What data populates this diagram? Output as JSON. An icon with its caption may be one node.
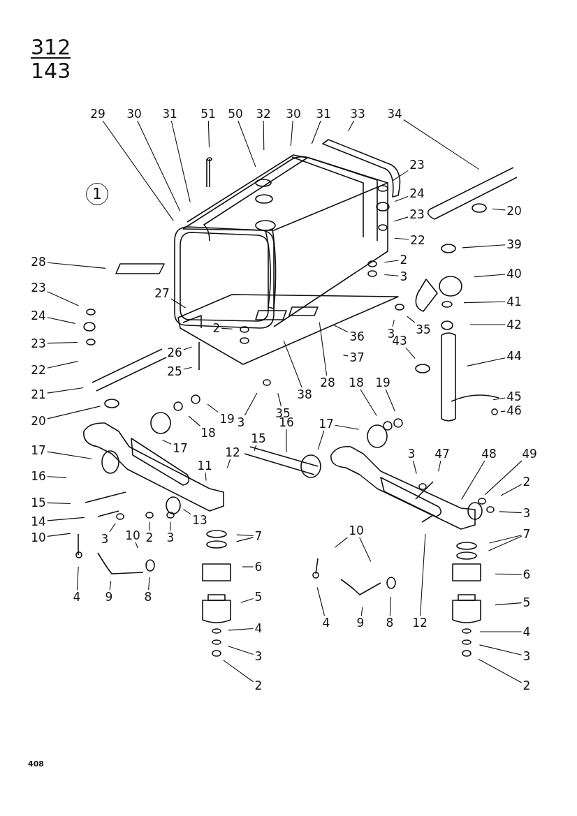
{
  "diagram": {
    "nodes": [
      {
        "text": [
          "29"
        ]
      },
      {
        "text": [
          "30"
        ]
      },
      {
        "text": [
          "31"
        ]
      },
      {
        "text": [
          "51"
        ]
      },
      {
        "text": [
          "50"
        ]
      },
      {
        "text": [
          "32"
        ]
      },
      {
        "text": [
          "30"
        ]
      },
      {
        "text": [
          "31"
        ]
      },
      {
        "text": [
          "33"
        ]
      },
      {
        "text": [
          "34"
        ]
      },
      {
        "text": [
          "23"
        ]
      },
      {
        "text": [
          "24"
        ]
      },
      {
        "text": [
          "20"
        ]
      },
      {
        "text": [
          "23"
        ]
      },
      {
        "text": [
          "22"
        ]
      },
      {
        "text": [
          "39"
        ]
      },
      {
        "text": [
          "2"
        ]
      },
      {
        "text": [
          "3"
        ]
      },
      {
        "text": [
          "40"
        ]
      },
      {
        "text": [
          "41"
        ]
      },
      {
        "text": [
          "35"
        ]
      },
      {
        "text": [
          "3"
        ]
      },
      {
        "text": [
          "42"
        ]
      },
      {
        "text": [
          "28"
        ]
      },
      {
        "text": [
          "23"
        ]
      },
      {
        "text": [
          "24"
        ]
      },
      {
        "text": [
          "23"
        ]
      },
      {
        "text": [
          "22"
        ]
      },
      {
        "text": [
          "27"
        ]
      },
      {
        "text": [
          "2"
        ]
      },
      {
        "text": [
          "26"
        ]
      },
      {
        "text": [
          "25"
        ]
      },
      {
        "text": [
          "21"
        ]
      },
      {
        "text": [
          "20"
        ]
      },
      {
        "text": [
          "36"
        ]
      },
      {
        "text": [
          "37"
        ]
      },
      {
        "text": [
          "38"
        ]
      },
      {
        "text": [
          "28"
        ]
      },
      {
        "text": [
          "43"
        ]
      },
      {
        "text": [
          "44"
        ]
      },
      {
        "text": [
          "45"
        ]
      },
      {
        "text": [
          "46"
        ]
      },
      {
        "text": [
          "3"
        ]
      },
      {
        "text": [
          "35"
        ]
      },
      {
        "text": [
          "15"
        ]
      },
      {
        "text": [
          "16"
        ]
      },
      {
        "text": [
          "18"
        ]
      },
      {
        "text": [
          "19"
        ]
      },
      {
        "text": [
          "17"
        ]
      },
      {
        "text": [
          "18"
        ]
      },
      {
        "text": [
          "19"
        ]
      },
      {
        "text": [
          "17"
        ]
      },
      {
        "text": [
          "17"
        ]
      },
      {
        "text": [
          "11"
        ]
      },
      {
        "text": [
          "12"
        ]
      },
      {
        "text": [
          "16"
        ]
      },
      {
        "text": [
          "15"
        ]
      },
      {
        "text": [
          "14"
        ]
      },
      {
        "text": [
          "10"
        ]
      },
      {
        "text": [
          "3"
        ]
      },
      {
        "text": [
          "10"
        ]
      },
      {
        "text": [
          "2"
        ]
      },
      {
        "text": [
          "3"
        ]
      },
      {
        "text": [
          "13"
        ]
      },
      {
        "text": [
          "7"
        ]
      },
      {
        "text": [
          "4"
        ]
      },
      {
        "text": [
          "9"
        ]
      },
      {
        "text": [
          "8"
        ]
      },
      {
        "text": [
          "6"
        ]
      },
      {
        "text": [
          "5"
        ]
      },
      {
        "text": [
          "4"
        ]
      },
      {
        "text": [
          "3"
        ]
      },
      {
        "text": [
          "2"
        ]
      },
      {
        "text": [
          "10"
        ]
      },
      {
        "text": [
          "4"
        ]
      },
      {
        "text": [
          "9"
        ]
      },
      {
        "text": [
          "8"
        ]
      },
      {
        "text": [
          "12"
        ]
      },
      {
        "text": [
          "3"
        ]
      },
      {
        "text": [
          "47"
        ]
      },
      {
        "text": [
          "48"
        ]
      },
      {
        "text": [
          "49"
        ]
      },
      {
        "text": [
          "2"
        ]
      },
      {
        "text": [
          "3"
        ]
      },
      {
        "text": [
          "7"
        ]
      },
      {
        "text": [
          "6"
        ]
      },
      {
        "text": [
          "5"
        ]
      },
      {
        "text": [
          "4"
        ]
      },
      {
        "text": [
          "3"
        ]
      },
      {
        "text": [
          "2"
        ]
      }
    ],
    "edges": [
      {
        "from": 0,
        "to": null,
        "arrow": "none"
      },
      {
        "from": 1,
        "to": null,
        "arrow": "none"
      },
      {
        "from": 2,
        "to": null,
        "arrow": "none"
      },
      {
        "from": 3,
        "to": null,
        "arrow": "none"
      },
      {
        "from": 4,
        "to": null,
        "arrow": "none"
      },
      {
        "from": 5,
        "to": null,
        "arrow": "none"
      },
      {
        "from": 6,
        "to": null,
        "arrow": "none"
      },
      {
        "from": 7,
        "to": null,
        "arrow": "none"
      },
      {
        "from": 8,
        "to": null,
        "arrow": "none"
      },
      {
        "from": 9,
        "to": null,
        "arrow": "none"
      },
      {
        "from": 10,
        "to": null,
        "arrow": "none"
      },
      {
        "from": 11,
        "to": null,
        "arrow": "none"
      },
      {
        "from": 12,
        "to": null,
        "arrow": "none"
      },
      {
        "from": 13,
        "to": null,
        "arrow": "none"
      },
      {
        "from": 14,
        "to": null,
        "arrow": "none"
      },
      {
        "from": 15,
        "to": null,
        "arrow": "none"
      },
      {
        "from": 16,
        "to": null,
        "arrow": "none"
      },
      {
        "from": 17,
        "to": null,
        "arrow": "none"
      },
      {
        "from": 18,
        "to": null,
        "arrow": "none"
      },
      {
        "from": 19,
        "to": null,
        "arrow": "none"
      },
      {
        "from": 20,
        "to": null,
        "arrow": "none"
      },
      {
        "from": 21,
        "to": null,
        "arrow": "none"
      },
      {
        "from": 22,
        "to": null,
        "arrow": "none"
      },
      {
        "from": 23,
        "to": null,
        "arrow": "none"
      },
      {
        "from": 24,
        "to": null,
        "arrow": "none"
      },
      {
        "from": 25,
        "to": null,
        "arrow": "none"
      },
      {
        "from": 26,
        "to": null,
        "arrow": "none"
      },
      {
        "from": 27,
        "to": null,
        "arrow": "none"
      },
      {
        "from": 28,
        "to": null,
        "arrow": "none"
      },
      {
        "from": 29,
        "to": null,
        "arrow": "none"
      },
      {
        "from": 30,
        "to": null,
        "arrow": "none"
      },
      {
        "from": 31,
        "to": null,
        "arrow": "none"
      },
      {
        "from": 32,
        "to": null,
        "arrow": "none"
      },
      {
        "from": 33,
        "to": null,
        "arrow": "none"
      },
      {
        "from": 34,
        "to": null,
        "arrow": "none"
      },
      {
        "from": 35,
        "to": null,
        "arrow": "none"
      },
      {
        "from": 36,
        "to": null,
        "arrow": "none"
      },
      {
        "from": 37,
        "to": null,
        "arrow": "none"
      },
      {
        "from": 38,
        "to": null,
        "arrow": "none"
      },
      {
        "from": 39,
        "to": null,
        "arrow": "none"
      },
      {
        "from": 40,
        "to": null,
        "arrow": "none"
      },
      {
        "from": 41,
        "to": null,
        "arrow": "none"
      },
      {
        "from": 42,
        "to": null,
        "arrow": "none"
      },
      {
        "from": 43,
        "to": null,
        "arrow": "none"
      },
      {
        "from": 44,
        "to": null,
        "arrow": "none"
      },
      {
        "from": 45,
        "to": null,
        "arrow": "none"
      },
      {
        "from": 46,
        "to": null,
        "arrow": "none"
      },
      {
        "from": 47,
        "to": null,
        "arrow": "none"
      },
      {
        "from": 48,
        "to": null,
        "arrow": "none"
      },
      {
        "from": 48,
        "to": null,
        "arrow": "none"
      },
      {
        "from": 49,
        "to": null,
        "arrow": "none"
      },
      {
        "from": 50,
        "to": null,
        "arrow": "none"
      },
      {
        "from": 51,
        "to": null,
        "arrow": "none"
      },
      {
        "from": 52,
        "to": null,
        "arrow": "none"
      },
      {
        "from": 53,
        "to": null,
        "arrow": "none"
      },
      {
        "from": 54,
        "to": null,
        "arrow": "none"
      },
      {
        "from": 55,
        "to": null,
        "arrow": "none"
      },
      {
        "from": 56,
        "to": null,
        "arrow": "none"
      },
      {
        "from": 57,
        "to": null,
        "arrow": "none"
      },
      {
        "from": 58,
        "to": null,
        "arrow": "none"
      },
      {
        "from": 59,
        "to": null,
        "arrow": "none"
      },
      {
        "from": 60,
        "to": null,
        "arrow": "none"
      },
      {
        "from": 61,
        "to": null,
        "arrow": "none"
      },
      {
        "from": 62,
        "to": null,
        "arrow": "none"
      },
      {
        "from": 63,
        "to": null,
        "arrow": "none"
      },
      {
        "from": 64,
        "to": null,
        "arrow": "none"
      },
      {
        "from": 64,
        "to": null,
        "arrow": "none"
      },
      {
        "from": 65,
        "to": null,
        "arrow": "none"
      },
      {
        "from": 66,
        "to": null,
        "arrow": "none"
      },
      {
        "from": 67,
        "to": null,
        "arrow": "none"
      },
      {
        "from": 68,
        "to": null,
        "arrow": "none"
      },
      {
        "from": 69,
        "to": null,
        "arrow": "none"
      },
      {
        "from": 70,
        "to": null,
        "arrow": "none"
      },
      {
        "from": 71,
        "to": null,
        "arrow": "none"
      },
      {
        "from": 72,
        "to": null,
        "arrow": "none"
      },
      {
        "from": 73,
        "to": null,
        "arrow": "none"
      },
      {
        "from": 73,
        "to": null,
        "arrow": "none"
      },
      {
        "from": 74,
        "to": null,
        "arrow": "none"
      },
      {
        "from": 75,
        "to": null,
        "arrow": "none"
      },
      {
        "from": 76,
        "to": null,
        "arrow": "none"
      },
      {
        "from": 77,
        "to": null,
        "arrow": "none"
      },
      {
        "from": 78,
        "to": null,
        "arrow": "none"
      },
      {
        "from": 79,
        "to": null,
        "arrow": "none"
      },
      {
        "from": 80,
        "to": null,
        "arrow": "none"
      },
      {
        "from": 81,
        "to": null,
        "arrow": "none"
      },
      {
        "from": 82,
        "to": null,
        "arrow": "none"
      },
      {
        "from": 83,
        "to": null,
        "arrow": "none"
      },
      {
        "from": 84,
        "to": null,
        "arrow": "none"
      },
      {
        "from": 84,
        "to": null,
        "arrow": "none"
      },
      {
        "from": 85,
        "to": null,
        "arrow": "none"
      },
      {
        "from": 86,
        "to": null,
        "arrow": "none"
      },
      {
        "from": 87,
        "to": null,
        "arrow": "none"
      },
      {
        "from": 88,
        "to": null,
        "arrow": "none"
      },
      {
        "from": 89,
        "to": null,
        "arrow": "none"
      }
    ],
    "labels": [
      "312",
      "143",
      "1",
      "408"
    ]
  }
}
